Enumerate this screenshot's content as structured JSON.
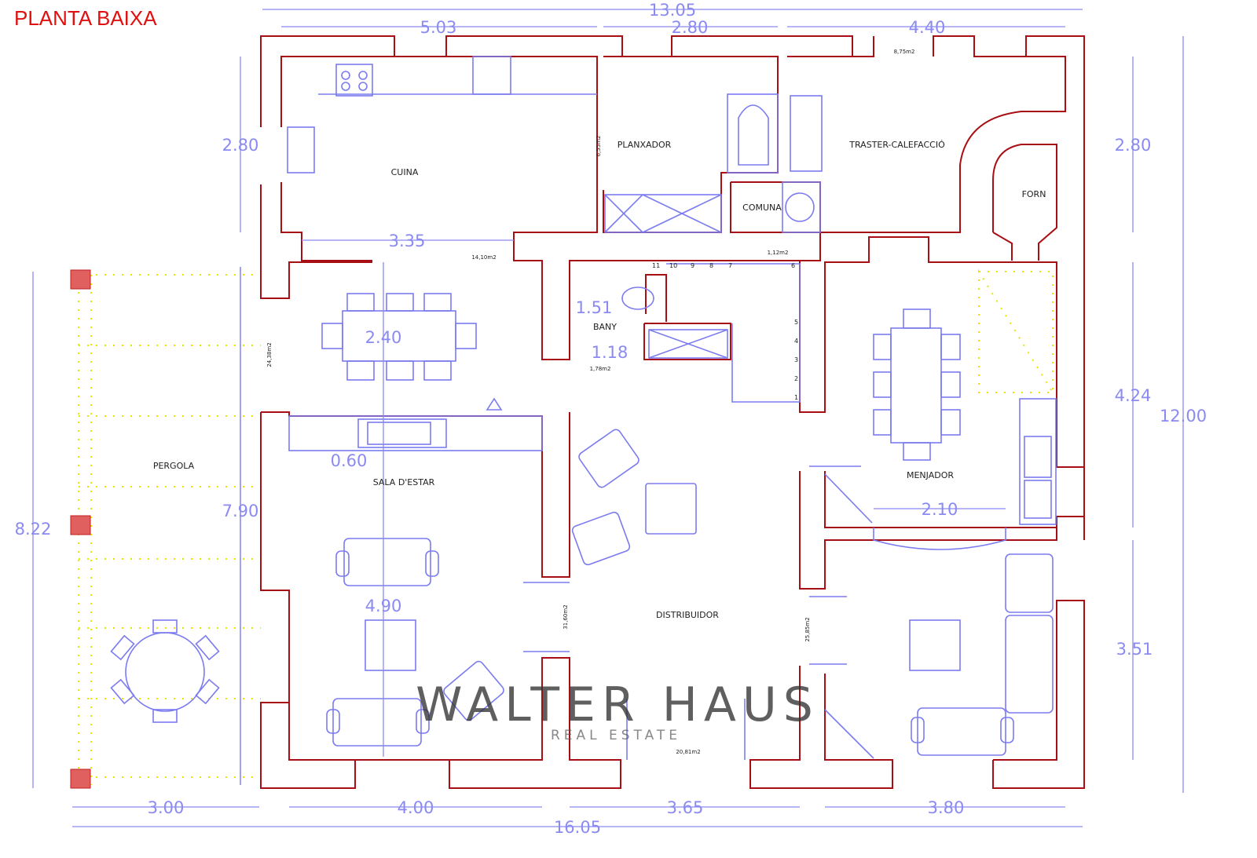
{
  "title": "PLANTA BAIXA",
  "watermark": {
    "brand": "WALTER HAUS",
    "sub": "REAL ESTATE"
  },
  "rooms": {
    "cuina": "CUINA",
    "planxador": "PLANXADOR",
    "traster": "TRASTER-CALEFACCIÓ",
    "forn": "FORN",
    "comuna": "COMUNA",
    "bany": "BANY",
    "sala": "SALA D'ESTAR",
    "menjador": "MENJADOR",
    "distribuidor": "DISTRIBUIDOR",
    "pergola": "PERGOLA"
  },
  "areas": {
    "planxador": "6,55m2",
    "cuina": "14,10m2",
    "comuna": "1,12m2",
    "traster": "8,75m2",
    "bany": "1,78m2",
    "sala": "24,38m2",
    "distribuidor": "31,60m2",
    "menjador": "25,85m2",
    "entrada": "20,81m2"
  },
  "dimensions": {
    "total_top": "13.05",
    "top_a": "5.03",
    "top_b": "2.80",
    "top_c": "4.40",
    "left_kitchen": "2.80",
    "kitchen_w": "3.35",
    "dining_w": "2.40",
    "bany_a": "1.51",
    "bany_b": "1.18",
    "sala_a": "0.60",
    "sala_h": "7.90",
    "sala_v": "4.90",
    "pergola_h": "8.22",
    "menjador_w": "2.10",
    "right_a": "2.80",
    "right_b": "4.24",
    "right_c": "3.51",
    "right_total": "12.00",
    "bottom_a": "3.00",
    "bottom_b": "4.00",
    "bottom_c": "3.65",
    "bottom_d": "3.80",
    "bottom_total": "16.05"
  },
  "stairs": [
    "11",
    "10",
    "9",
    "8",
    "7",
    "6",
    "5",
    "4",
    "3",
    "2",
    "1"
  ],
  "colors": {
    "wall": "#a80f14",
    "furniture": "#7b7bf0",
    "title": "#e01010",
    "pergola": "#e6e600"
  }
}
